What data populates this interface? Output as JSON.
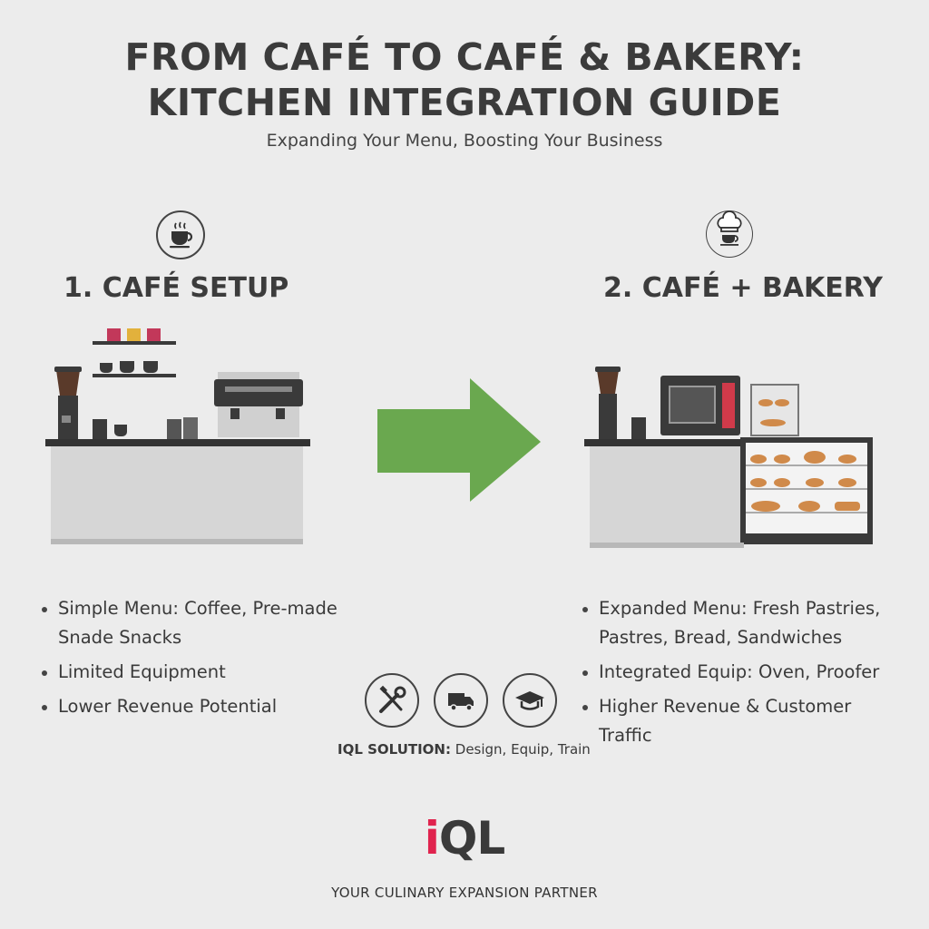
{
  "header": {
    "title_line1": "FROM CAFÉ TO CAFÉ & BAKERY:",
    "title_line2": "KITCHEN INTEGRATION GUIDE",
    "subtitle": "Expanding Your Menu, Boosting Your Business"
  },
  "left": {
    "icon": "coffee-cup-icon",
    "heading": "1. CAFÉ SETUP",
    "bullets": [
      "Simple Menu: Coffee, Pre-made Snade Snacks",
      "Limited Equipment",
      "Lower Revenue Potential"
    ]
  },
  "right": {
    "icon": "chef-hat-icon",
    "heading": "2. CAFÉ + BAKERY",
    "bullets": [
      "Expanded Menu: Fresh Pastries, Pastres, Bread, Sandwiches",
      "Integrated Equip: Oven, Proofer",
      "Higher Revenue & Customer Traffic"
    ]
  },
  "solution": {
    "icons": [
      "tools-icon",
      "delivery-truck-icon",
      "graduation-cap-icon"
    ],
    "label": "IQL SOLUTION:",
    "text": " Design, Equip, Train"
  },
  "brand": {
    "logo_i": "i",
    "logo_ql": "QL",
    "tagline": "YOUR CULINARY EXPANSION PARTNER",
    "colors": {
      "accent_red": "#e0234e",
      "dark": "#3a3a3a",
      "arrow_green": "#6aa84f"
    }
  }
}
